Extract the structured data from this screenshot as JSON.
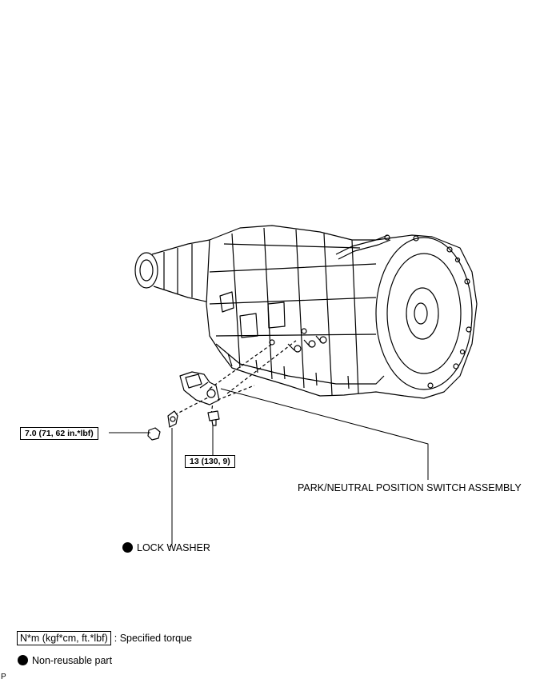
{
  "torque": {
    "nut": "7.0 (71, 62 in.*lbf)",
    "bolt": "13 (130, 9)"
  },
  "labels": {
    "switch": "PARK/NEUTRAL POSITION SWITCH ASSEMBLY",
    "lock_washer": "LOCK WASHER"
  },
  "legend": {
    "torque_unit": "N*m (kgf*cm, ft.*lbf)",
    "torque_desc": ": Specified torque",
    "nonreusable": "Non-reusable part"
  },
  "corner_mark": "P",
  "icons": {
    "nonreusable": "filled-circle-icon"
  }
}
